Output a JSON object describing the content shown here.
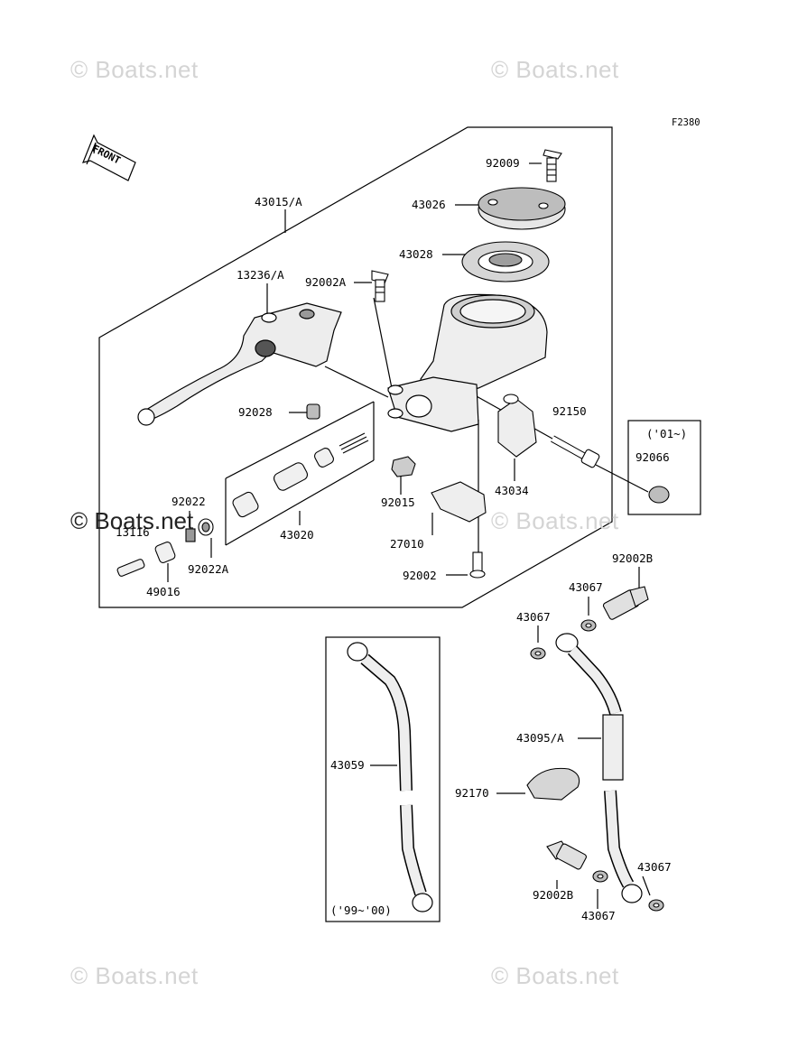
{
  "watermark": "© Boats.net",
  "figure_code": "F2380",
  "front_arrow_text": "FRONT",
  "parts": {
    "p92009": "92009",
    "p43026": "43026",
    "p43028": "43028",
    "p43015A": "43015/A",
    "p13236A": "13236/A",
    "p92002A": "92002A",
    "p92028": "92028",
    "p92150": "92150",
    "p92066": "92066",
    "p43034": "43034",
    "p92015": "92015",
    "p43020": "43020",
    "p92022": "92022",
    "p13116": "13116",
    "p92022A": "92022A",
    "p49016": "49016",
    "p27010": "27010",
    "p92002": "92002",
    "p92002B_top": "92002B",
    "p43067_a": "43067",
    "p43067_b": "43067",
    "p43095A": "43095/A",
    "p43059": "43059",
    "p92170": "92170",
    "p92002B_bottom": "92002B",
    "p43067_c": "43067",
    "p43067_d": "43067"
  },
  "notes": {
    "year_01": "('01~)",
    "year_99_00": "('99~'00)"
  }
}
